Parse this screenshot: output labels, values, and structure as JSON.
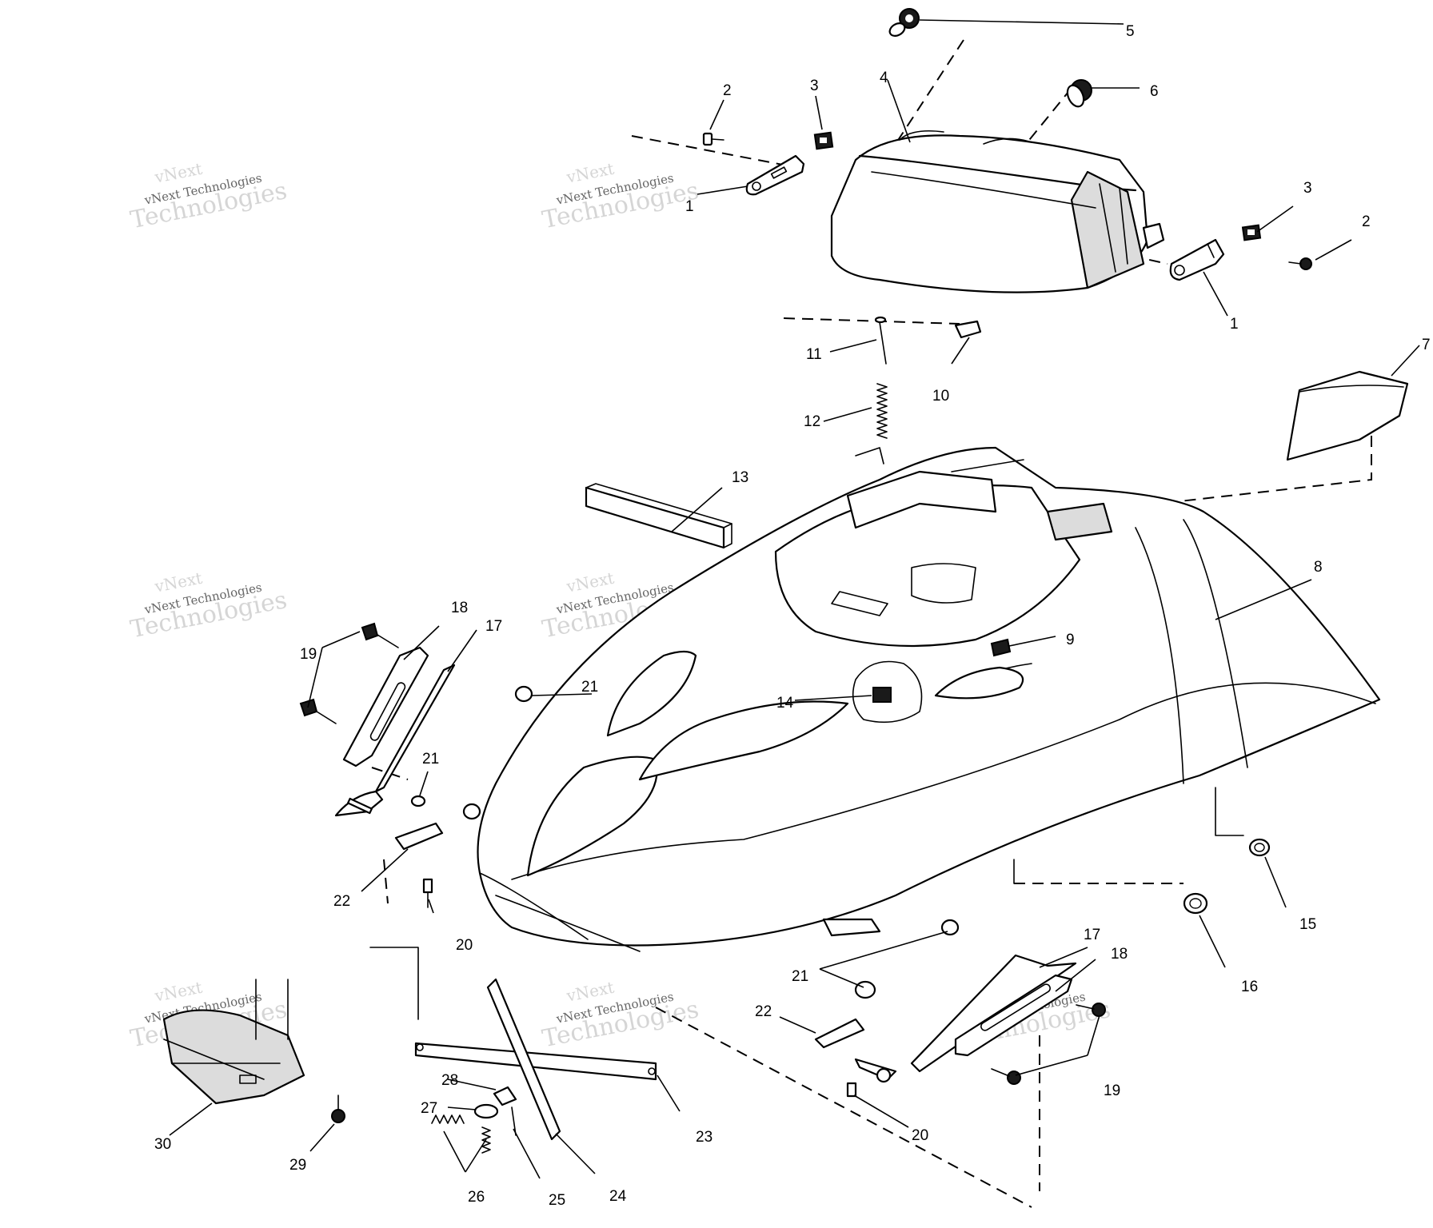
{
  "watermark": {
    "line1": "vNext",
    "line2": "vNext Technologies",
    "line3": "Technologies"
  },
  "callouts": [
    {
      "id": "c1a",
      "label": "1"
    },
    {
      "id": "c1b",
      "label": "1"
    },
    {
      "id": "c2a",
      "label": "2"
    },
    {
      "id": "c2b",
      "label": "2"
    },
    {
      "id": "c3a",
      "label": "3"
    },
    {
      "id": "c3b",
      "label": "3"
    },
    {
      "id": "c4",
      "label": "4"
    },
    {
      "id": "c5",
      "label": "5"
    },
    {
      "id": "c6",
      "label": "6"
    },
    {
      "id": "c7",
      "label": "7"
    },
    {
      "id": "c8",
      "label": "8"
    },
    {
      "id": "c9",
      "label": "9"
    },
    {
      "id": "c10",
      "label": "10"
    },
    {
      "id": "c11",
      "label": "11"
    },
    {
      "id": "c12",
      "label": "12"
    },
    {
      "id": "c13",
      "label": "13"
    },
    {
      "id": "c14",
      "label": "14"
    },
    {
      "id": "c15",
      "label": "15"
    },
    {
      "id": "c16",
      "label": "16"
    },
    {
      "id": "c17a",
      "label": "17"
    },
    {
      "id": "c17b",
      "label": "17"
    },
    {
      "id": "c18a",
      "label": "18"
    },
    {
      "id": "c18b",
      "label": "18"
    },
    {
      "id": "c19a",
      "label": "19"
    },
    {
      "id": "c19b",
      "label": "19"
    },
    {
      "id": "c20a",
      "label": "20"
    },
    {
      "id": "c20b",
      "label": "20"
    },
    {
      "id": "c21a",
      "label": "21"
    },
    {
      "id": "c21b",
      "label": "21"
    },
    {
      "id": "c21c",
      "label": "21"
    },
    {
      "id": "c22a",
      "label": "22"
    },
    {
      "id": "c22b",
      "label": "22"
    },
    {
      "id": "c23",
      "label": "23"
    },
    {
      "id": "c24",
      "label": "24"
    },
    {
      "id": "c25",
      "label": "25"
    },
    {
      "id": "c26",
      "label": "26"
    },
    {
      "id": "c27",
      "label": "27"
    },
    {
      "id": "c28",
      "label": "28"
    },
    {
      "id": "c29",
      "label": "29"
    },
    {
      "id": "c30",
      "label": "30"
    }
  ]
}
